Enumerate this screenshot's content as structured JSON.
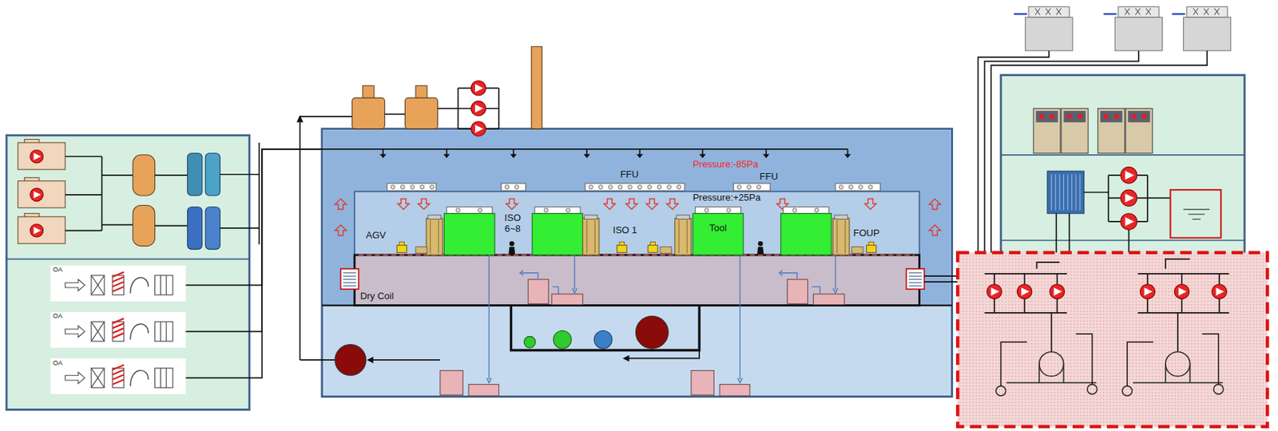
{
  "diagram": {
    "nodes": [
      {
        "text": [
          "OA"
        ]
      },
      {
        "text": [
          "OA"
        ]
      },
      {
        "text": [
          "OA"
        ]
      },
      {
        "text": [
          "Pressure:-85Pa"
        ]
      },
      {
        "text": [
          "Pressure:+25Pa"
        ],
        "in": 3
      },
      {
        "text": [
          "Tool"
        ],
        "in": 4
      },
      {
        "text": [
          "Dry Coil"
        ],
        "in": 3
      }
    ],
    "edges": [
      {
        "from": 0,
        "to": 3,
        "arrow": "none"
      },
      {
        "from": 1,
        "to": 3,
        "arrow": "none"
      },
      {
        "from": 2,
        "to": 3,
        "arrow": "none"
      }
    ],
    "labels": [
      "FFU",
      "FFU",
      "ISO 6~8",
      "ISO 1",
      "AGV",
      "FOUP"
    ]
  }
}
